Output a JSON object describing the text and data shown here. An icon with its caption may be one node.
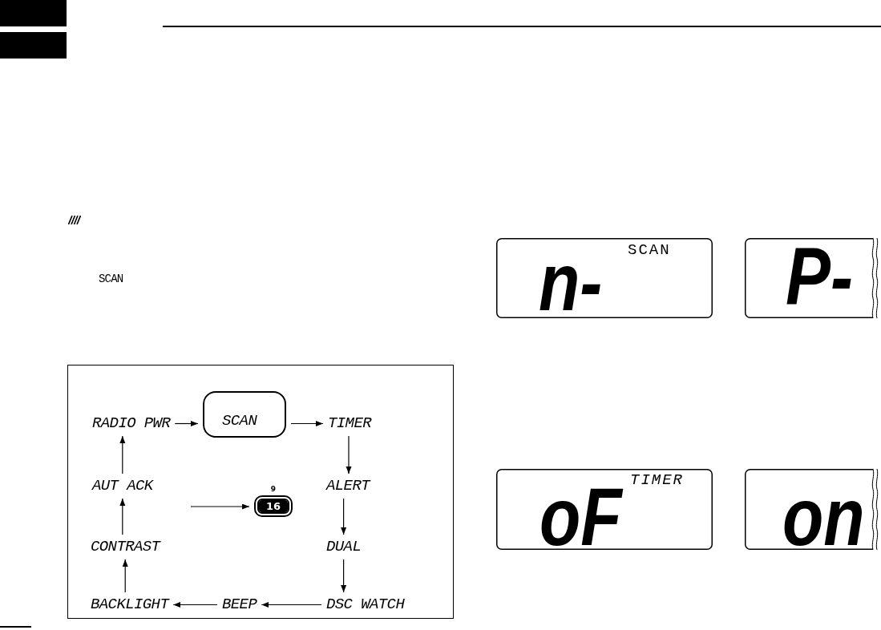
{
  "diagram": {
    "nodes": [
      {
        "text": [],
        "shape": "box"
      },
      {
        "text": [],
        "shape": "box"
      },
      {
        "text": [],
        "shape": "box"
      },
      {
        "text": [
          "RADIO PWR"
        ],
        "in": 2
      },
      {
        "text": [
          "SCAN"
        ],
        "in": 2
      },
      {
        "text": [
          "TIMER"
        ],
        "in": 2
      },
      {
        "text": [
          "AUT ACK"
        ],
        "in": 2
      },
      {
        "text": [
          "9",
          "16"
        ],
        "in": 2
      },
      {
        "text": [
          "ALERT"
        ],
        "in": 2
      },
      {
        "text": [
          "CONTRAST"
        ],
        "in": 2
      },
      {
        "text": [
          "DUAL"
        ],
        "in": 2
      },
      {
        "text": [
          "BACKLIGHT"
        ],
        "in": 2
      },
      {
        "text": [
          "BEEP"
        ],
        "in": 2
      },
      {
        "text": [
          "DSC WATCH"
        ],
        "in": 2
      },
      {
        "text": [
          "SCAN",
          "n-"
        ]
      },
      {
        "text": [
          "P-"
        ]
      },
      {
        "text": [
          "oF",
          "TIMER"
        ]
      },
      {
        "text": [
          "on"
        ]
      }
    ],
    "edges": [
      {
        "from": 3,
        "to": 4,
        "arrow": "to"
      },
      {
        "from": 4,
        "to": 5,
        "arrow": "to"
      },
      {
        "from": 5,
        "to": 8,
        "arrow": "to"
      },
      {
        "from": 8,
        "to": 10,
        "arrow": "to"
      },
      {
        "from": 10,
        "to": 13,
        "arrow": "to"
      },
      {
        "from": 13,
        "to": 12,
        "arrow": "to"
      },
      {
        "from": 12,
        "to": 11,
        "arrow": "to"
      },
      {
        "from": 11,
        "to": 9,
        "arrow": "to"
      },
      {
        "from": 9,
        "to": 6,
        "arrow": "to"
      },
      {
        "from": 6,
        "to": 3,
        "arrow": "to"
      },
      {
        "from": null,
        "to": 7,
        "arrow": "to"
      }
    ],
    "labels": [
      "SCAN"
    ]
  }
}
